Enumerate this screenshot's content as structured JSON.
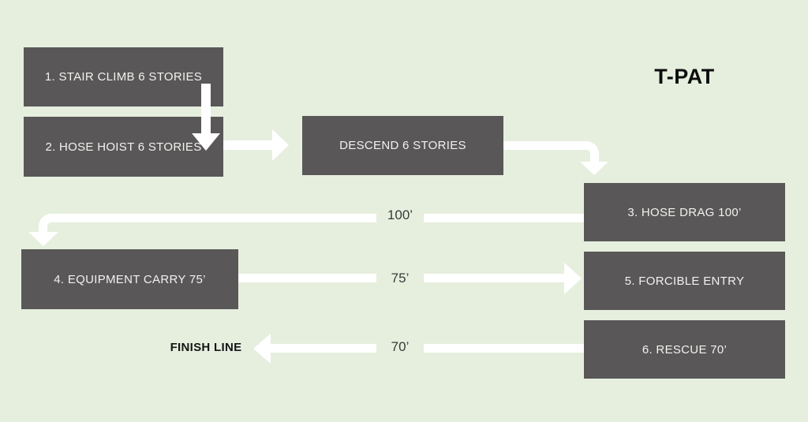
{
  "title": "T-PAT",
  "colors": {
    "background": "#e6efde",
    "box_fill": "#595757",
    "box_text": "#f2f2f0",
    "arrow": "#ffffff",
    "distance_label": "#3a3a3a",
    "title_text": "#0d0d0d"
  },
  "boxes": [
    {
      "id": "stair-climb",
      "label": "1. STAIR CLIMB 6 STORIES"
    },
    {
      "id": "hose-hoist",
      "label": "2. HOSE HOIST 6 STORIES"
    },
    {
      "id": "descend",
      "label": "DESCEND 6 STORIES"
    },
    {
      "id": "hose-drag",
      "label": "3. HOSE DRAG 100’"
    },
    {
      "id": "equipment-carry",
      "label": "4. EQUIPMENT CARRY 75’"
    },
    {
      "id": "forcible-entry",
      "label": "5. FORCIBLE ENTRY"
    },
    {
      "id": "rescue",
      "label": "6. RESCUE 70’"
    }
  ],
  "labels": {
    "distance_100": "100’",
    "distance_75": "75’",
    "distance_70": "70’",
    "finish_line": "FINISH LINE"
  }
}
